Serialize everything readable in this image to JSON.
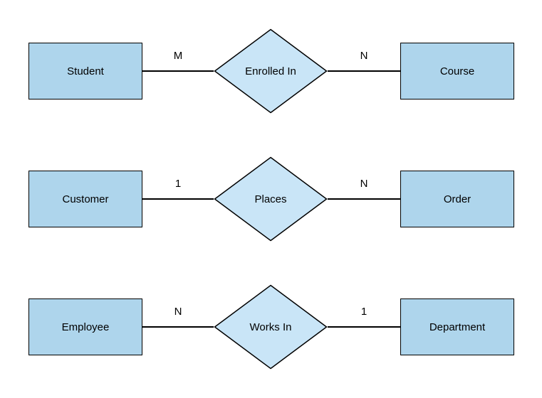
{
  "diagram": {
    "type": "entity-relationship",
    "colors": {
      "entity_fill": "#AED5EC",
      "relationship_fill": "#C9E5F7",
      "stroke": "#000000",
      "background": "#FFFFFF",
      "text": "#000000"
    },
    "rows": [
      {
        "left_entity": "Student",
        "left_cardinality": "M",
        "relationship": "Enrolled In",
        "right_cardinality": "N",
        "right_entity": "Course"
      },
      {
        "left_entity": "Customer",
        "left_cardinality": "1",
        "relationship": "Places",
        "right_cardinality": "N",
        "right_entity": "Order"
      },
      {
        "left_entity": "Employee",
        "left_cardinality": "N",
        "relationship": "Works In",
        "right_cardinality": "1",
        "right_entity": "Department"
      }
    ]
  }
}
